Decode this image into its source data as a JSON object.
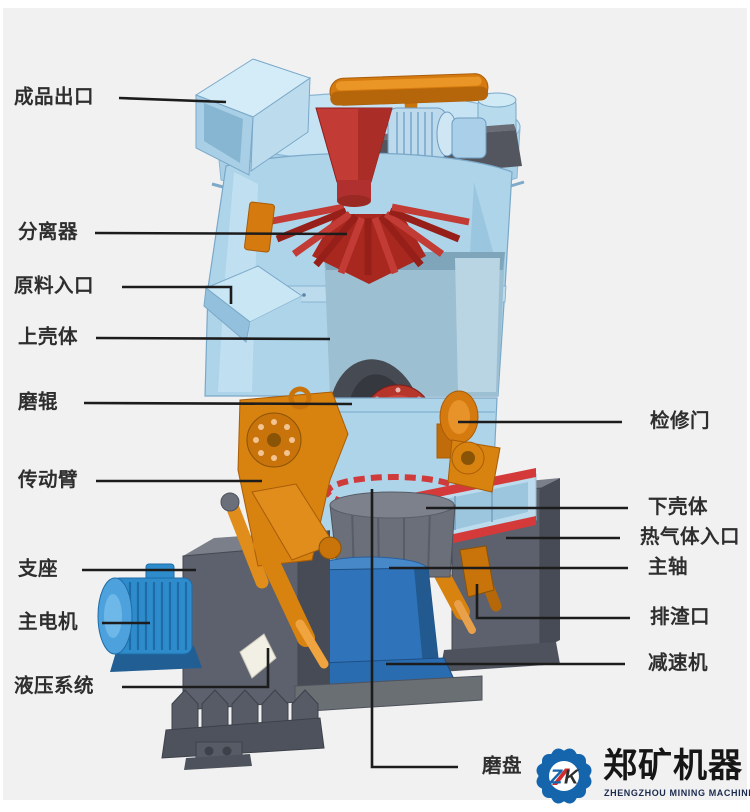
{
  "page": {
    "background": "#f1f1f2"
  },
  "callouts": {
    "items": [
      {
        "text": "成品出口",
        "side": "left"
      },
      {
        "text": "分离器",
        "side": "left"
      },
      {
        "text": "原料入口",
        "side": "left"
      },
      {
        "text": "上壳体",
        "side": "left"
      },
      {
        "text": "磨辊",
        "side": "left"
      },
      {
        "text": "传动臂",
        "side": "left"
      },
      {
        "text": "支座",
        "side": "left"
      },
      {
        "text": "主电机",
        "side": "left"
      },
      {
        "text": "液压系统",
        "side": "left"
      },
      {
        "text": "检修门",
        "side": "right"
      },
      {
        "text": "下壳体",
        "side": "right"
      },
      {
        "text": "热气体入口",
        "side": "right"
      },
      {
        "text": "主轴",
        "side": "right"
      },
      {
        "text": "排渣口",
        "side": "right"
      },
      {
        "text": "减速机",
        "side": "right"
      },
      {
        "text": "磨盘",
        "side": "bottom"
      }
    ]
  },
  "logo": {
    "badge_z": "Z",
    "badge_k": "K",
    "company_name": "郑矿机器",
    "company_name_en": "ZHENGZHOU MINING MACHINERY"
  },
  "colors": {
    "casing_blue": "#aed4ea",
    "accent_orange": "#d8820f",
    "accent_red": "#c23b35",
    "motor_blue": "#2f8ccc",
    "gearbox_blue": "#2f74ba",
    "frame_gray": "#5c616d",
    "leader_line": "#1c1c1c",
    "logo_blue": "#1565ad",
    "logo_red": "#d22d2d"
  }
}
